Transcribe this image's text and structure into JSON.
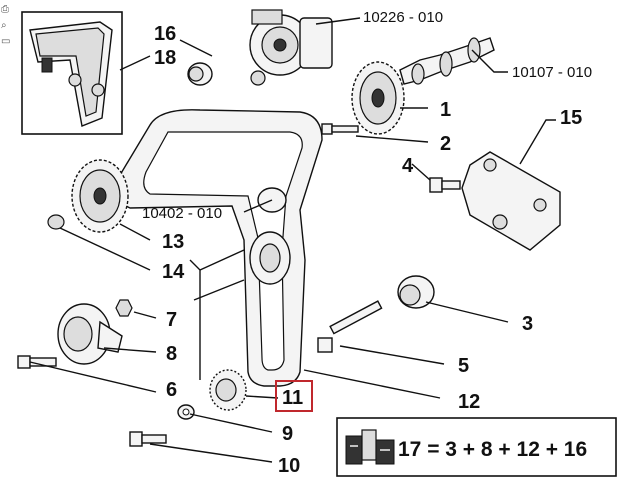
{
  "toolbar": {
    "icons": [
      "document-icon",
      "zoom-icon",
      "print-icon"
    ]
  },
  "codes": {
    "c10226": "10226 - 010",
    "c10107": "10107 - 010",
    "c10402": "10402 - 010"
  },
  "callouts": {
    "n1": "1",
    "n2": "2",
    "n3": "3",
    "n4": "4",
    "n5": "5",
    "n6": "6",
    "n7": "7",
    "n8": "8",
    "n9": "9",
    "n10": "10",
    "n11": "11",
    "n12": "12",
    "n13": "13",
    "n14": "14",
    "n15": "15",
    "n16": "16",
    "n18": "18"
  },
  "kit": {
    "formula": "17 = 3 + 8 + 12 + 16"
  },
  "colors": {
    "highlight": "#c0282d",
    "ink": "#111111"
  }
}
